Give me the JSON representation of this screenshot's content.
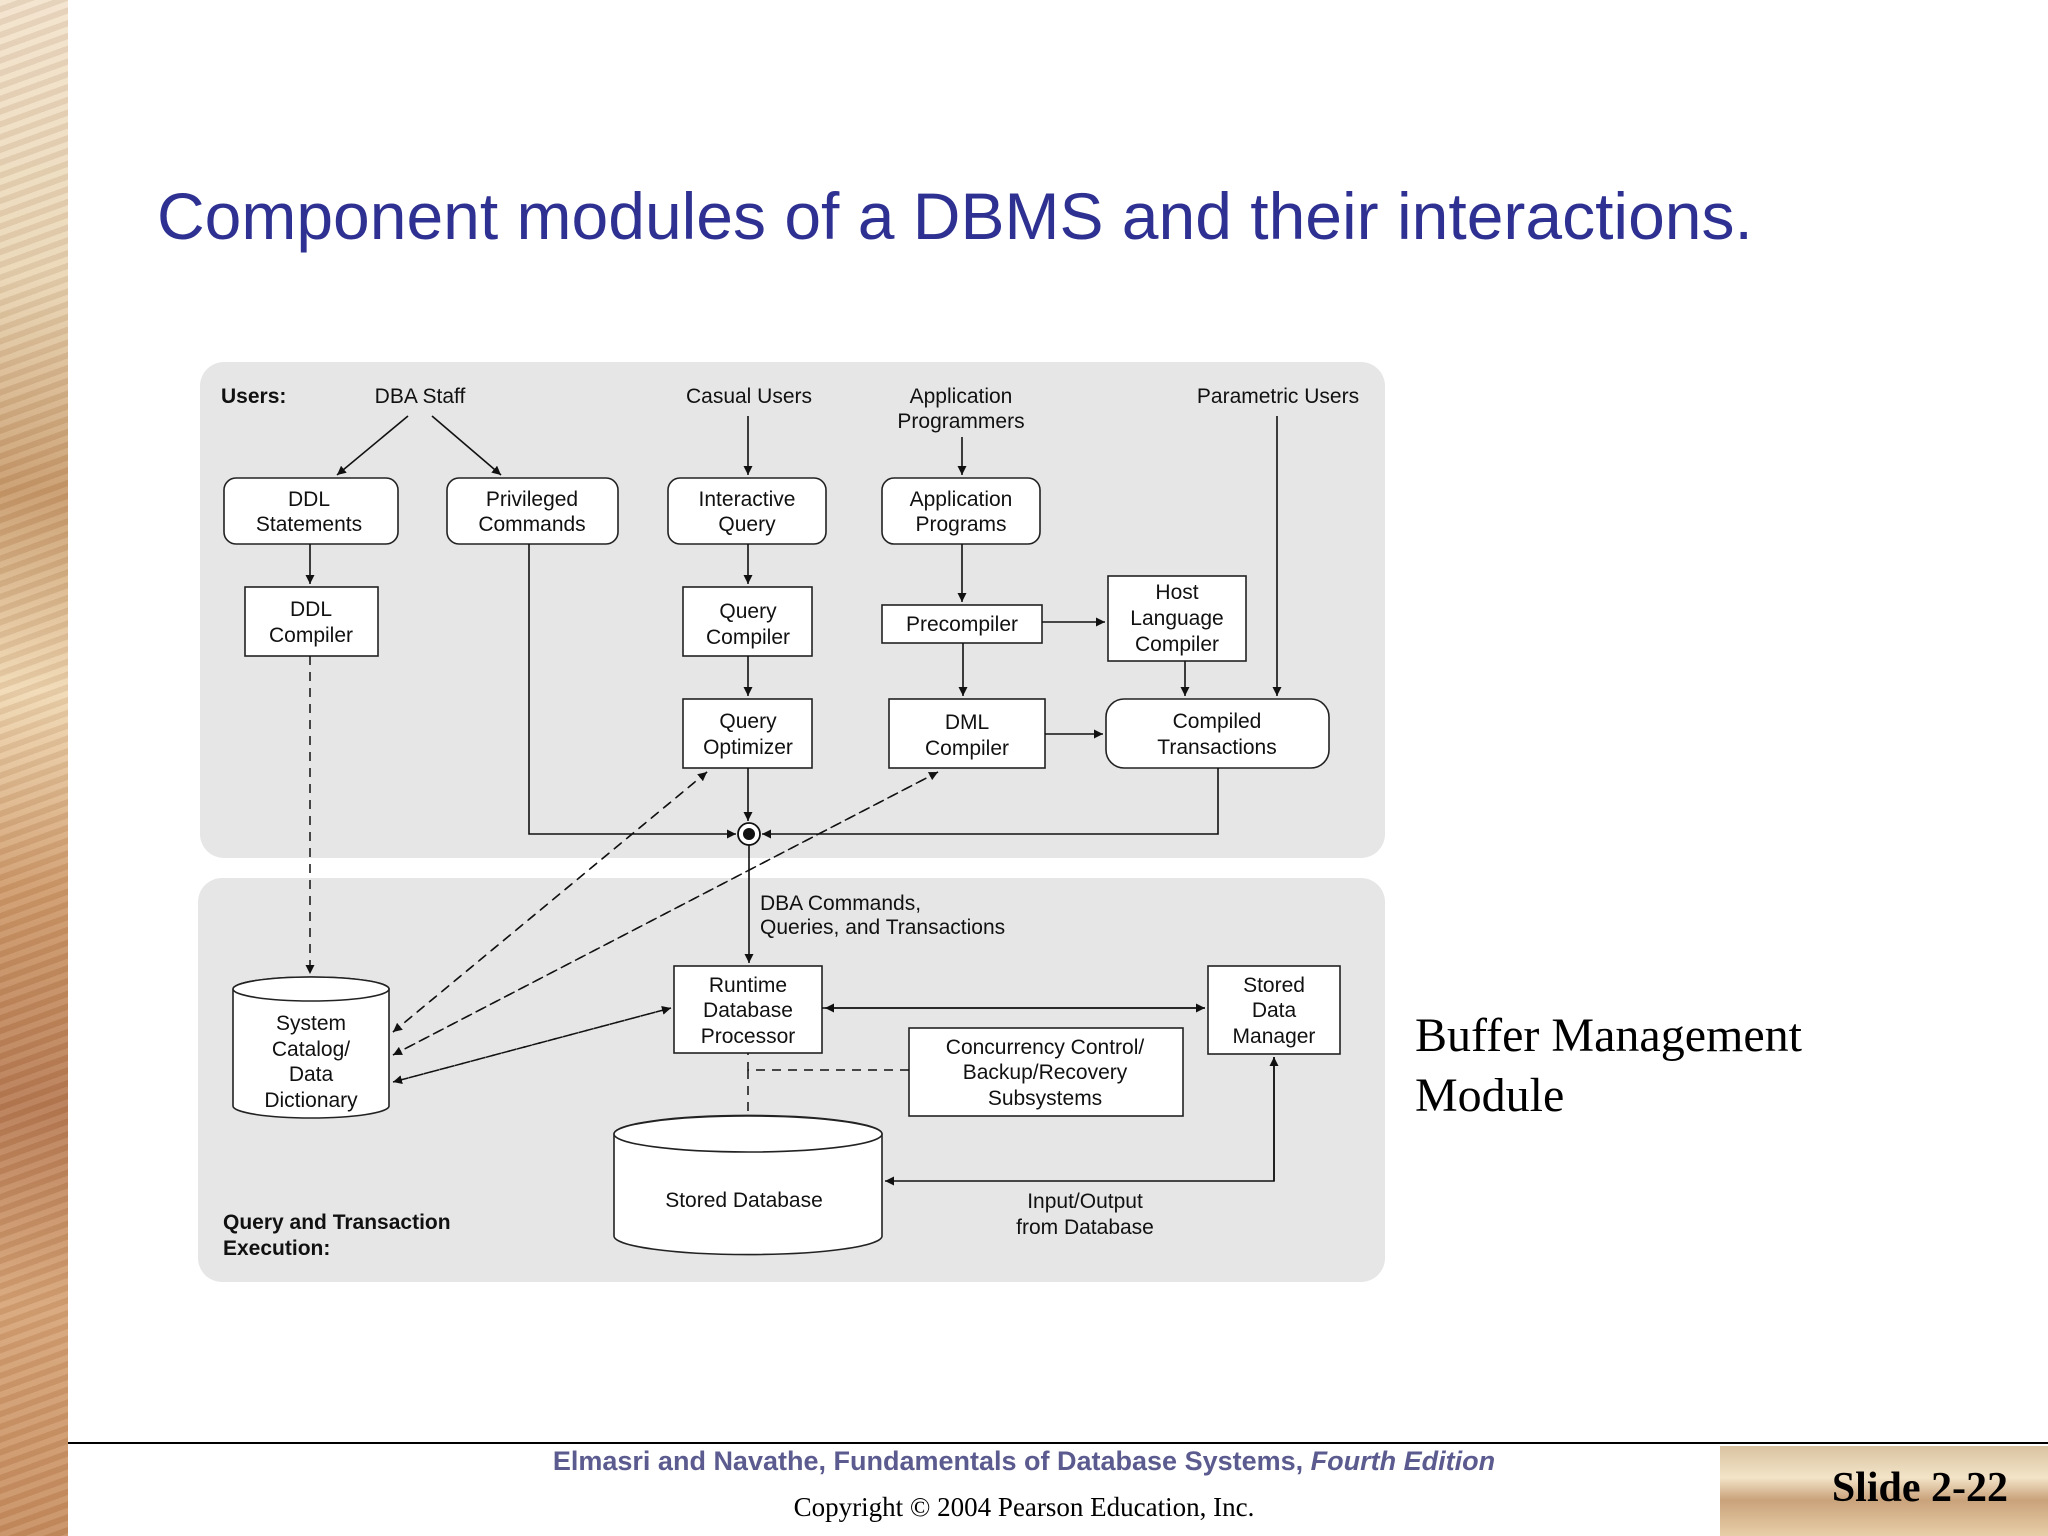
{
  "slide": {
    "title": "Component modules of a DBMS and their interactions.",
    "side_note_line1": "Buffer Management",
    "side_note_line2": "Module",
    "footer_authors": "Elmasri and Navathe, Fundamentals of Database Systems,",
    "footer_edition": "Fourth Edition",
    "footer_copyright": "Copyright © 2004 Pearson Education, Inc.",
    "slide_number": "Slide 2-22"
  },
  "diagram": {
    "users_heading": "Users:",
    "exec_heading_line1": "Query and Transaction",
    "exec_heading_line2": "Execution:",
    "user_dba": "DBA Staff",
    "user_casual": "Casual Users",
    "user_app_line1": "Application",
    "user_app_line2": "Programmers",
    "user_parametric": "Parametric Users",
    "ddl_statements_line1": "DDL",
    "ddl_statements_line2": "Statements",
    "privileged_line1": "Privileged",
    "privileged_line2": "Commands",
    "interactive_line1": "Interactive",
    "interactive_line2": "Query",
    "app_programs_line1": "Application",
    "app_programs_line2": "Programs",
    "ddl_compiler_line1": "DDL",
    "ddl_compiler_line2": "Compiler",
    "query_compiler_line1": "Query",
    "query_compiler_line2": "Compiler",
    "precompiler": "Precompiler",
    "host_lang_line1": "Host",
    "host_lang_line2": "Language",
    "host_lang_line3": "Compiler",
    "query_optimizer_line1": "Query",
    "query_optimizer_line2": "Optimizer",
    "dml_compiler_line1": "DML",
    "dml_compiler_line2": "Compiler",
    "compiled_tx_line1": "Compiled",
    "compiled_tx_line2": "Transactions",
    "dba_cmds_line1": "DBA Commands,",
    "dba_cmds_line2": "Queries, and Transactions",
    "catalog_line1": "System",
    "catalog_line2": "Catalog/",
    "catalog_line3": "Data",
    "catalog_line4": "Dictionary",
    "runtime_line1": "Runtime",
    "runtime_line2": "Database",
    "runtime_line3": "Processor",
    "stored_mgr_line1": "Stored",
    "stored_mgr_line2": "Data",
    "stored_mgr_line3": "Manager",
    "concurrency_line1": "Concurrency Control/",
    "concurrency_line2": "Backup/Recovery",
    "concurrency_line3": "Subsystems",
    "stored_db": "Stored Database",
    "io_line1": "Input/Output",
    "io_line2": "from Database"
  }
}
